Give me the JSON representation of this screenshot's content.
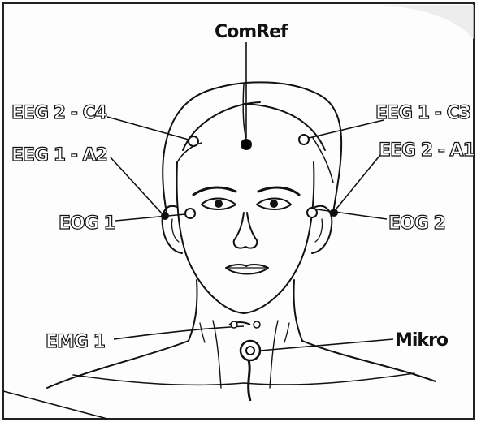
{
  "diagram": {
    "labels": {
      "comref": "ComRef",
      "eeg2_c4": "EEG 2 - C4",
      "eeg1_c3": "EEG 1 - C3",
      "eeg1_a2": "EEG 1 - A2",
      "eeg2_a1": "EEG 2 - A1",
      "eog1": "EOG 1",
      "eog2": "EOG 2",
      "emg1": "EMG 1",
      "mikro": "Mikro"
    },
    "colors": {
      "line": "#111111",
      "background": "#fdfdfd",
      "electrode_fill": "#ffffff",
      "comref_fill": "#000000"
    }
  }
}
